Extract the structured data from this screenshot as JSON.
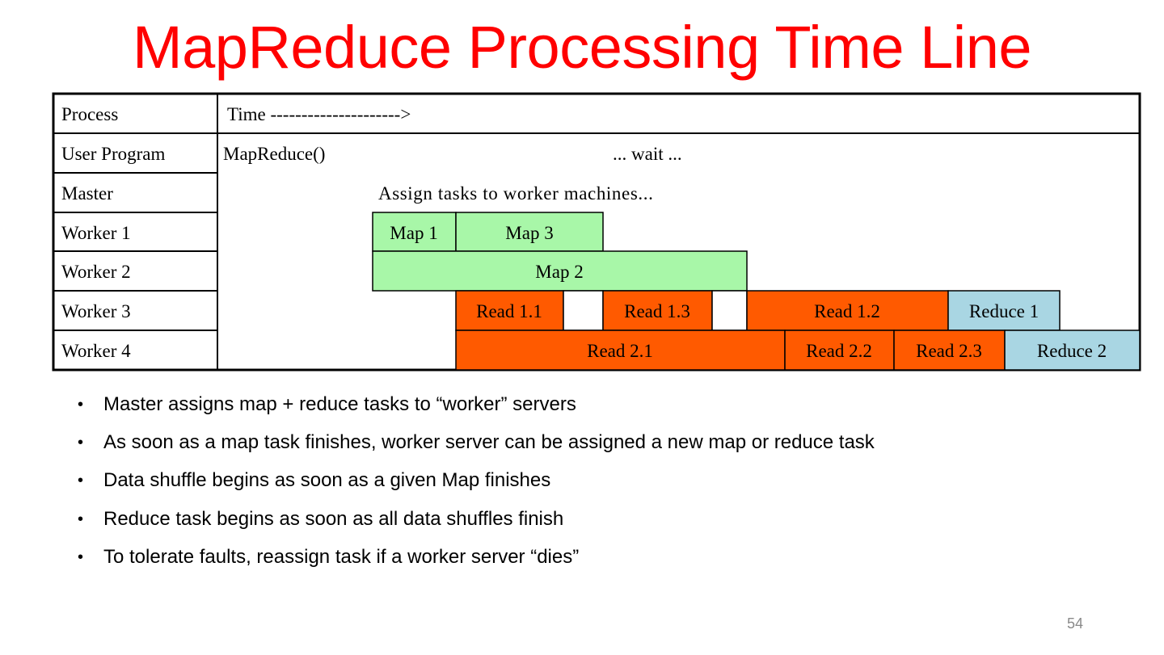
{
  "slide": {
    "title": "MapReduce Processing Time Line",
    "page_number": "54"
  },
  "timeline": {
    "header": {
      "process": "Process",
      "time": "Time --------------------->"
    },
    "rows": [
      {
        "label": "User Program",
        "text": "MapReduce()",
        "note": "... wait ..."
      },
      {
        "label": "Master",
        "note": "Assign tasks to worker machines..."
      },
      {
        "label": "Worker 1"
      },
      {
        "label": "Worker 2"
      },
      {
        "label": "Worker 3"
      },
      {
        "label": "Worker 4"
      }
    ],
    "tasks": {
      "map1": "Map 1",
      "map3": "Map 3",
      "map2": "Map 2",
      "read11": "Read 1.1",
      "read13": "Read 1.3",
      "read12": "Read 1.2",
      "reduce1": "Reduce 1",
      "read21": "Read 2.1",
      "read22": "Read 2.2",
      "read23": "Read 2.3",
      "reduce2": "Reduce 2"
    },
    "colors": {
      "map": "#a8f7a8",
      "read": "#ff5a00",
      "reduce": "#a9d6e3",
      "border": "#000000"
    }
  },
  "bullets": [
    "Master assigns map + reduce tasks to “worker” servers",
    "As soon as a map task finishes, worker server can be assigned a new map or reduce task",
    "Data shuffle begins as soon as a given Map finishes",
    "Reduce task begins as soon as all data shuffles finish",
    "To tolerate faults, reassign task if a worker server “dies”"
  ]
}
